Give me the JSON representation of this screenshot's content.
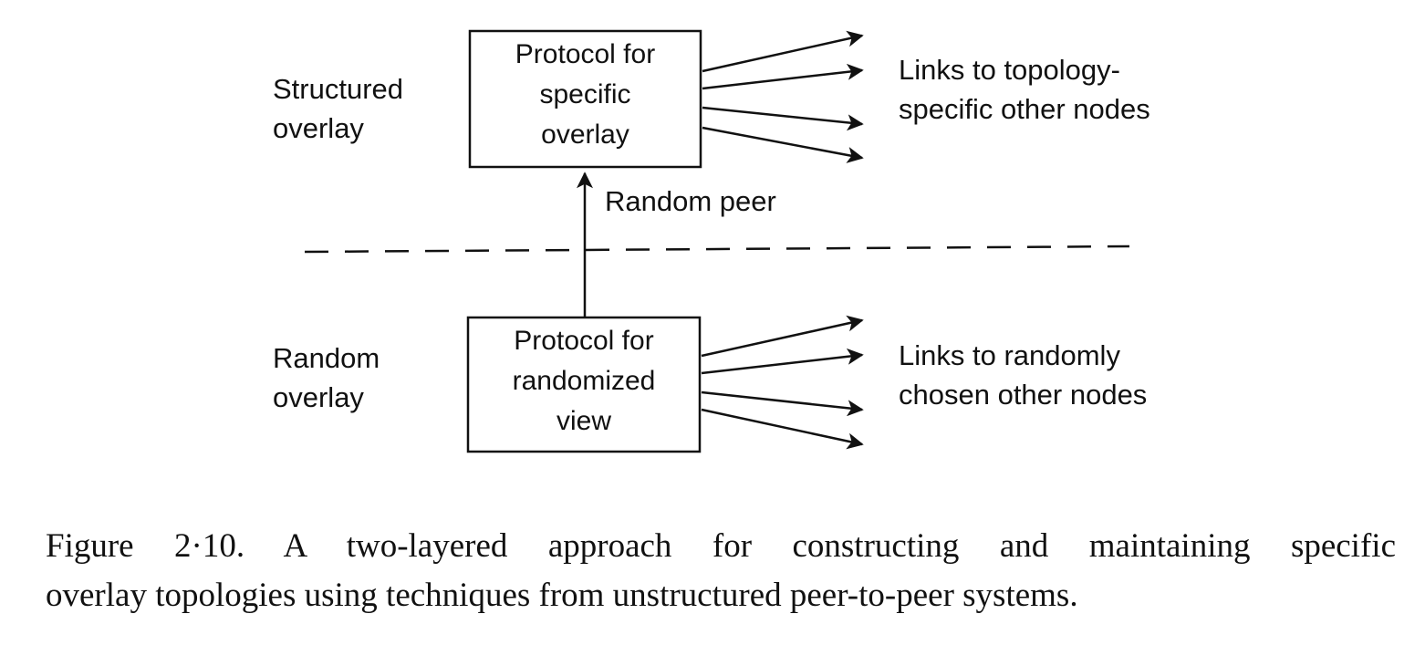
{
  "upper_layer": {
    "label_line1": "Structured",
    "label_line2": "overlay",
    "box_line1": "Protocol for",
    "box_line2": "specific",
    "box_line3": "overlay",
    "links_line1": "Links to topology-",
    "links_line2": "specific other nodes"
  },
  "connector": {
    "label": "Random peer"
  },
  "lower_layer": {
    "label_line1": "Random",
    "label_line2": "overlay",
    "box_line1": "Protocol for",
    "box_line2": "randomized",
    "box_line3": "view",
    "links_line1": "Links to randomly",
    "links_line2": "chosen other nodes"
  },
  "caption": {
    "line1": "Figure 2·10. A two-layered approach for constructing and maintaining specific",
    "line2": "overlay topologies using techniques from unstructured peer-to-peer systems."
  }
}
